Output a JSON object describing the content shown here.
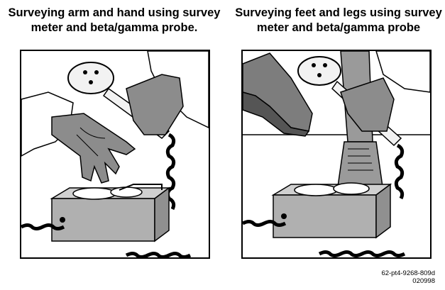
{
  "captions": {
    "left": {
      "line1": "Surveying arm and hand using survey",
      "line2": "meter and beta/gamma probe."
    },
    "right": {
      "line1": "Surveying feet and legs using survey",
      "line2": "meter and beta/gamma probe"
    }
  },
  "figure_ref": {
    "code": "62-pt4-9268-809d",
    "date": "020998"
  },
  "colors": {
    "ink": "#000000",
    "glove": "#8c8c8c",
    "meter_body": "#b0b0b0",
    "probe": "#f2f2f2",
    "shoe": "#7d7d7d",
    "paper": "#ffffff"
  },
  "icons": {
    "left_panel": "arm-hand-survey-illustration",
    "right_panel": "feet-legs-survey-illustration"
  }
}
